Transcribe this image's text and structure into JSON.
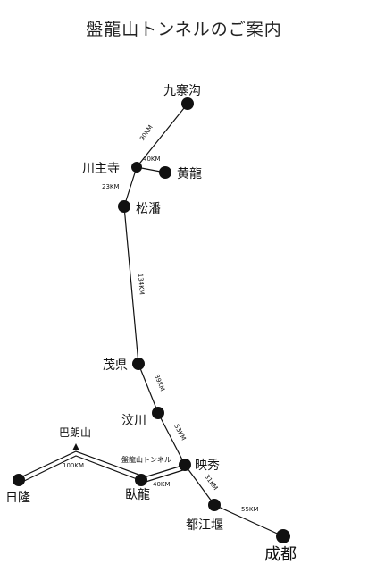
{
  "title": "盤龍山トンネルのご案内",
  "colors": {
    "route": "#111111",
    "background": "#ffffff"
  },
  "icons": {
    "mountain": "mountain-peak-icon"
  },
  "places": {
    "jiuzhaigou": "九寨沟",
    "chuanzhusi": "川主寺",
    "huanglong": "黄龍",
    "songpan": "松潘",
    "maoxian": "茂県",
    "wenchuan": "汶川",
    "yingxiu": "映秀",
    "dujiangyan": "都江堰",
    "chengdu": "成都",
    "wolong": "臥龍",
    "rilong": "日隆",
    "balangshan": "巴朗山"
  },
  "distances": {
    "jiuzhaigou_chuanzhusi": "90KM",
    "chuanzhusi_huanglong": "40KM",
    "chuanzhusi_songpan": "23KM",
    "songpan_maoxian": "134KM",
    "maoxian_wenchuan": "39KM",
    "wenchuan_yingxiu": "53KM",
    "yingxiu_dujiangyan": "31KM",
    "dujiangyan_chengdu": "55KM",
    "rilong_wolong": "100KM",
    "wolong_yingxiu": "40KM"
  },
  "tunnel_label": "盤龍山トンネル"
}
